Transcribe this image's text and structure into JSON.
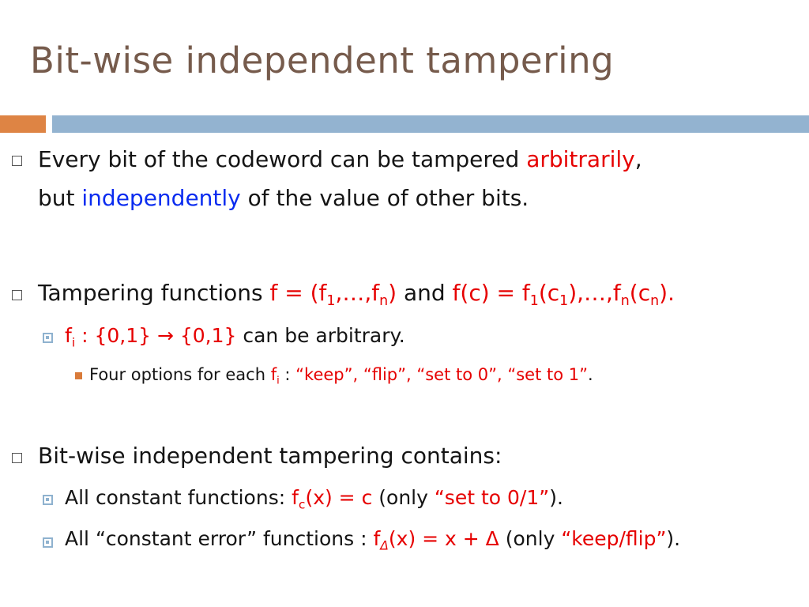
{
  "title": "Bit-wise independent tampering",
  "colors": {
    "title": "#765b4c",
    "accent_orange": "#de8444",
    "accent_blue": "#93b3d0",
    "highlight_red": "#e60000",
    "highlight_blue": "#0a2cf0"
  },
  "b1": {
    "a": "Every bit of the codeword can be tampered ",
    "b": "arbitrarily",
    "c": ",",
    "d": "but ",
    "e": "independently",
    "f": " of the value of other bits."
  },
  "b2": {
    "a": "Tampering functions ",
    "f_eq": "f = (f",
    "s1": "1",
    "mid": ",…,f",
    "sn": "n",
    "close": ")",
    "and": " and ",
    "fc": "f(c) = f",
    "s2": "1",
    "c1o": "(c",
    "s3": "1",
    "c1c": "),…,f",
    "s4": "n",
    "cno": "(c",
    "s5": "n",
    "end": ")."
  },
  "b2_1": {
    "f": "f",
    "sub": "i",
    "map": " : {0,1} → {0,1}",
    "rest": " can be arbitrary."
  },
  "b2_1_1": {
    "a": "Four options for each ",
    "f": "f",
    "sub": "i",
    "colon": " : ",
    "opts": "“keep”, “flip”, “set to 0”, “set to 1”",
    "dot": "."
  },
  "b3": {
    "a": "Bit-wise independent tampering contains:"
  },
  "b3_1": {
    "a": "All constant functions:  ",
    "f": "f",
    "sub": "c",
    "expr": "(x) = c",
    "only": " (only ",
    "q": "“set to 0/1”",
    "end": ")."
  },
  "b3_2": {
    "a": "All “constant error” functions : ",
    "f": "f",
    "sub": "Δ",
    "expr": "(x) = x + Δ",
    "only": " (only ",
    "q": "“keep/flip”",
    "end": ")."
  }
}
